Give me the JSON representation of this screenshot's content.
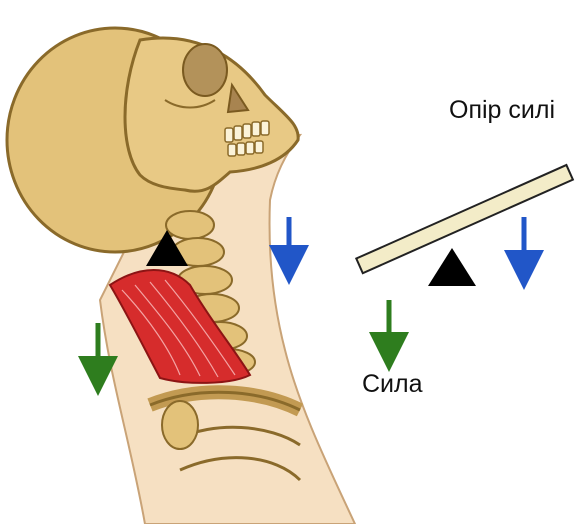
{
  "labels": {
    "resistance": "Опір силі",
    "force": "Сила"
  },
  "colors": {
    "resistance_arrow": "#2156c8",
    "force_arrow": "#2e7d1e",
    "fulcrum": "#000000",
    "lever": "#f3ecc8",
    "bone": "#e3c27a",
    "skin": "#f6e0c2",
    "muscle": "#d62c2c"
  },
  "icons": {
    "fulcrum": "triangle",
    "arrows": "down-arrow"
  }
}
